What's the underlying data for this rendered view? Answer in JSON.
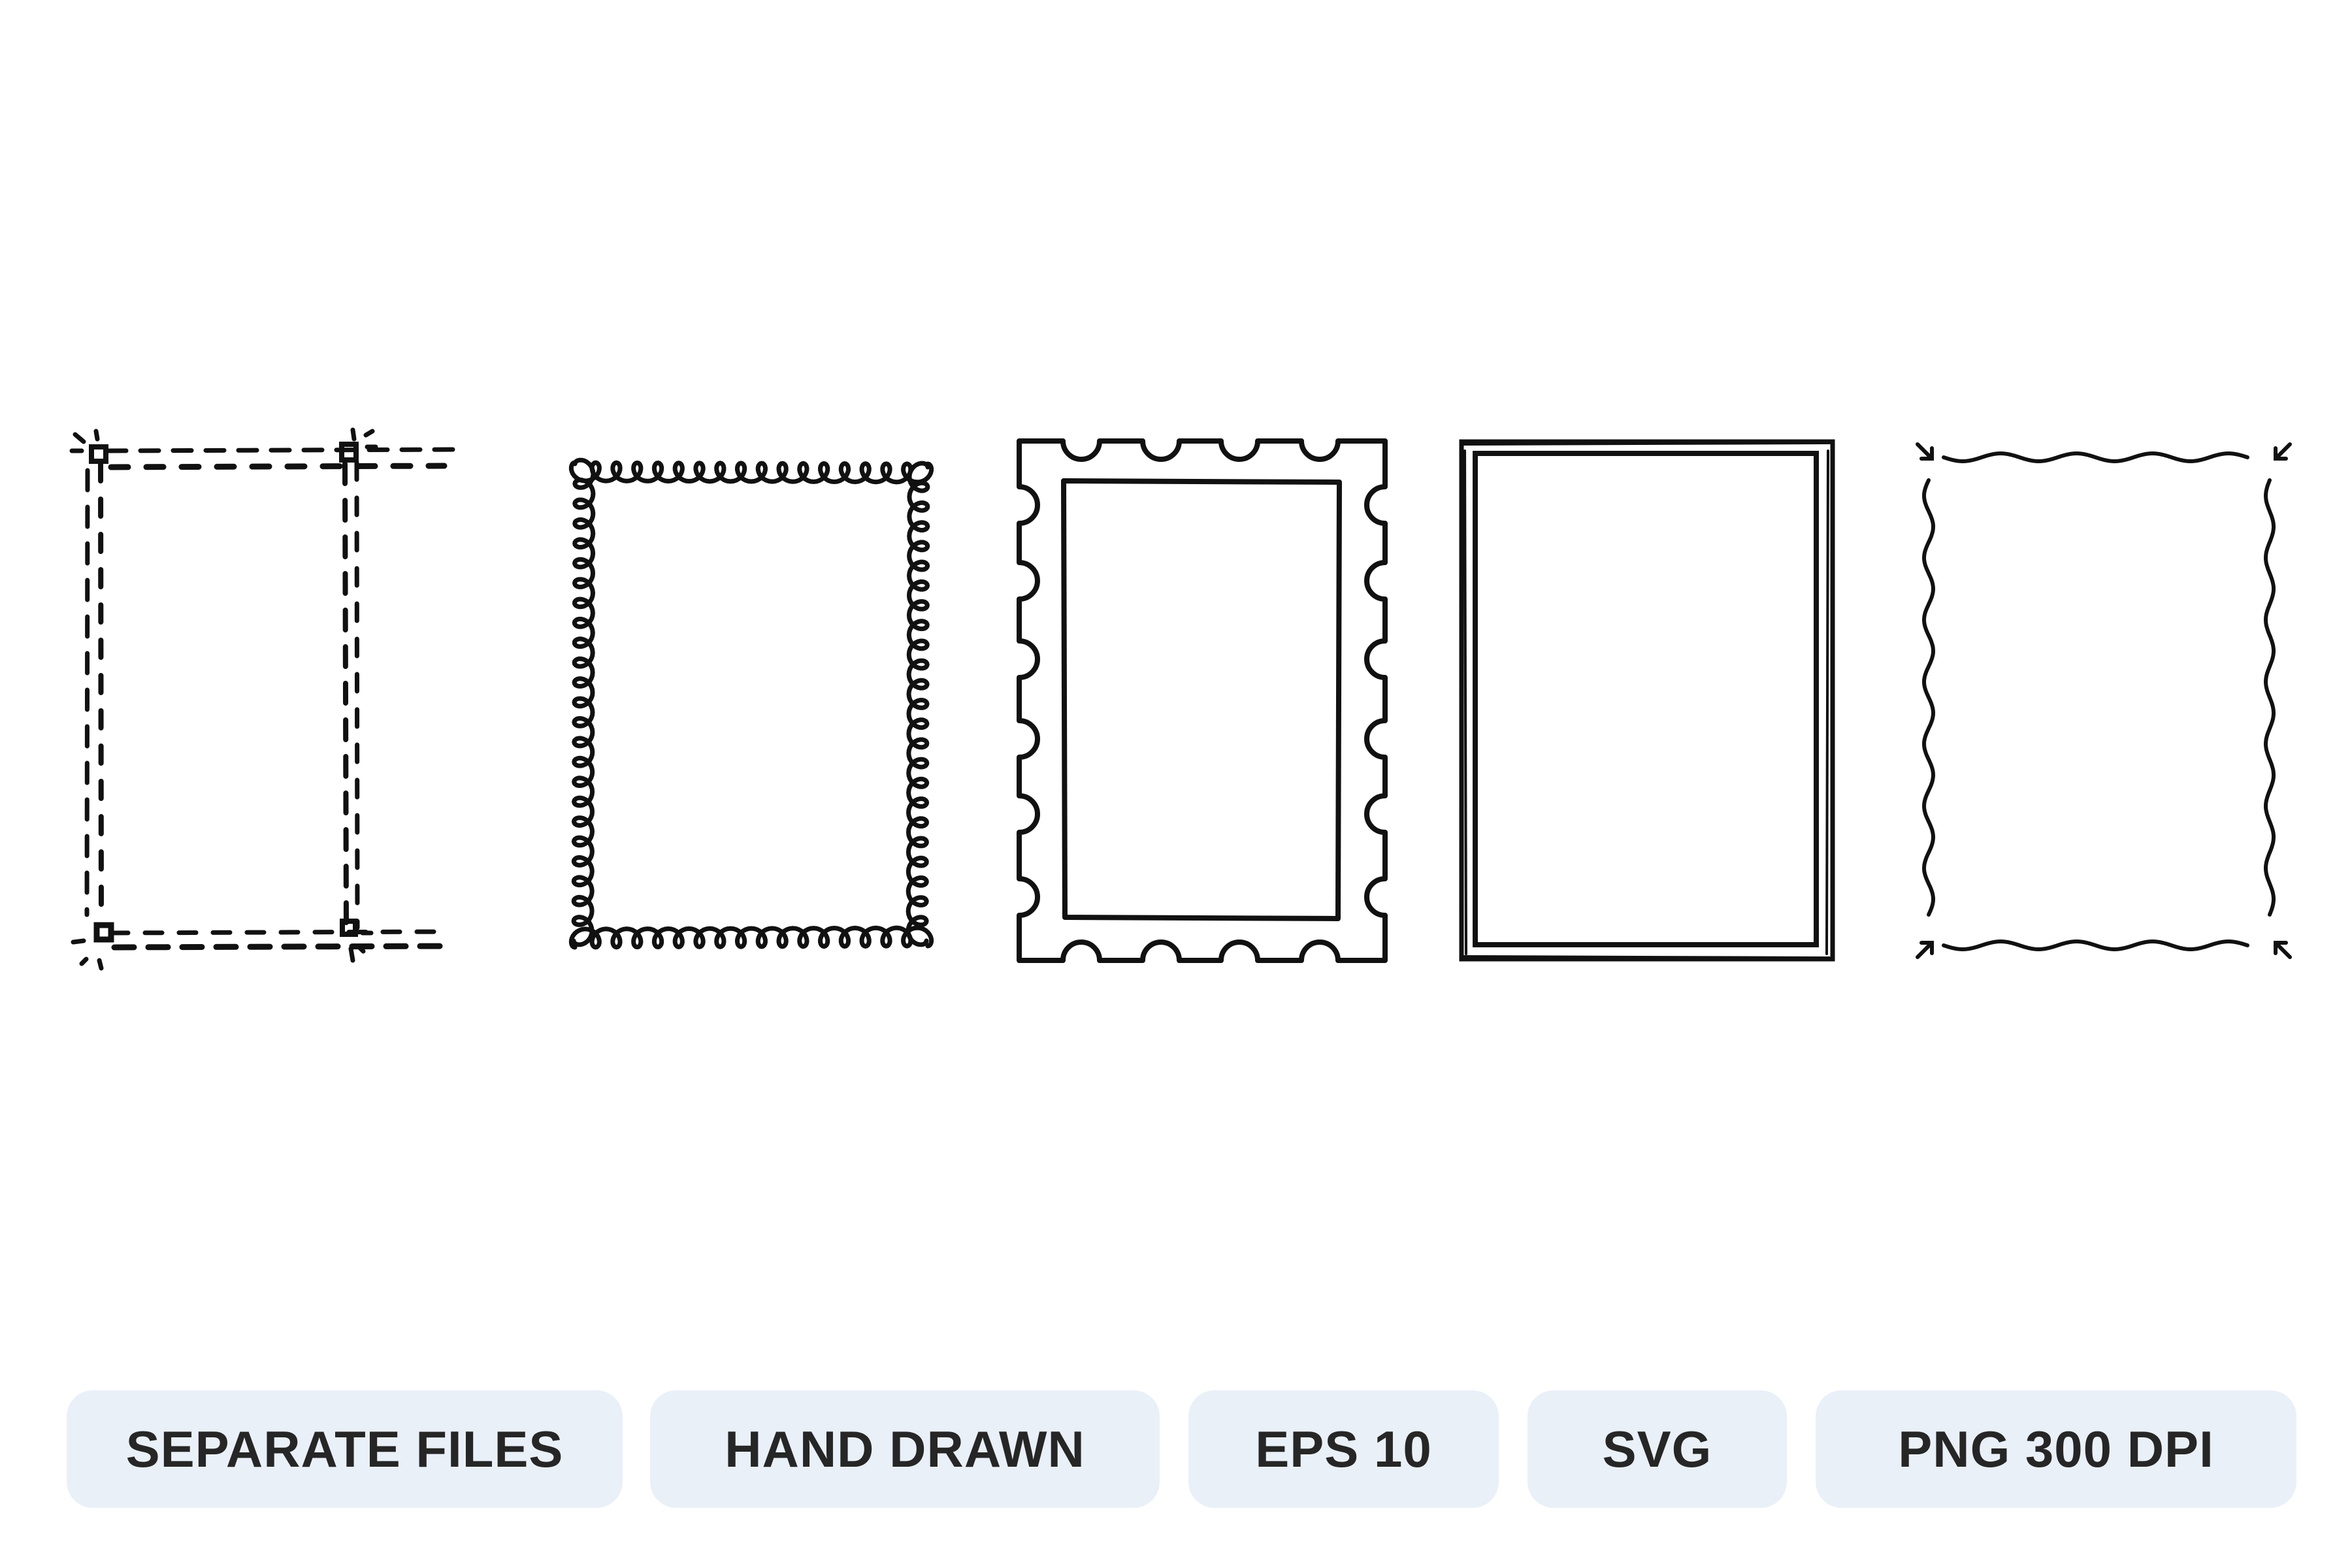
{
  "badges": [
    {
      "label": "SEPARATE FILES"
    },
    {
      "label": "HAND DRAWN"
    },
    {
      "label": "EPS 10"
    },
    {
      "label": "SVG"
    },
    {
      "label": "PNG 300 DPI"
    }
  ],
  "frames": [
    {
      "style": "dashed-stitch"
    },
    {
      "style": "loop-scribble"
    },
    {
      "style": "postage-stamp"
    },
    {
      "style": "double-sketch-line"
    },
    {
      "style": "wavy-arrows"
    }
  ],
  "colors": {
    "ink": "#111111",
    "badge_bg": "#eaf0f8",
    "badge_text": "#262626"
  }
}
